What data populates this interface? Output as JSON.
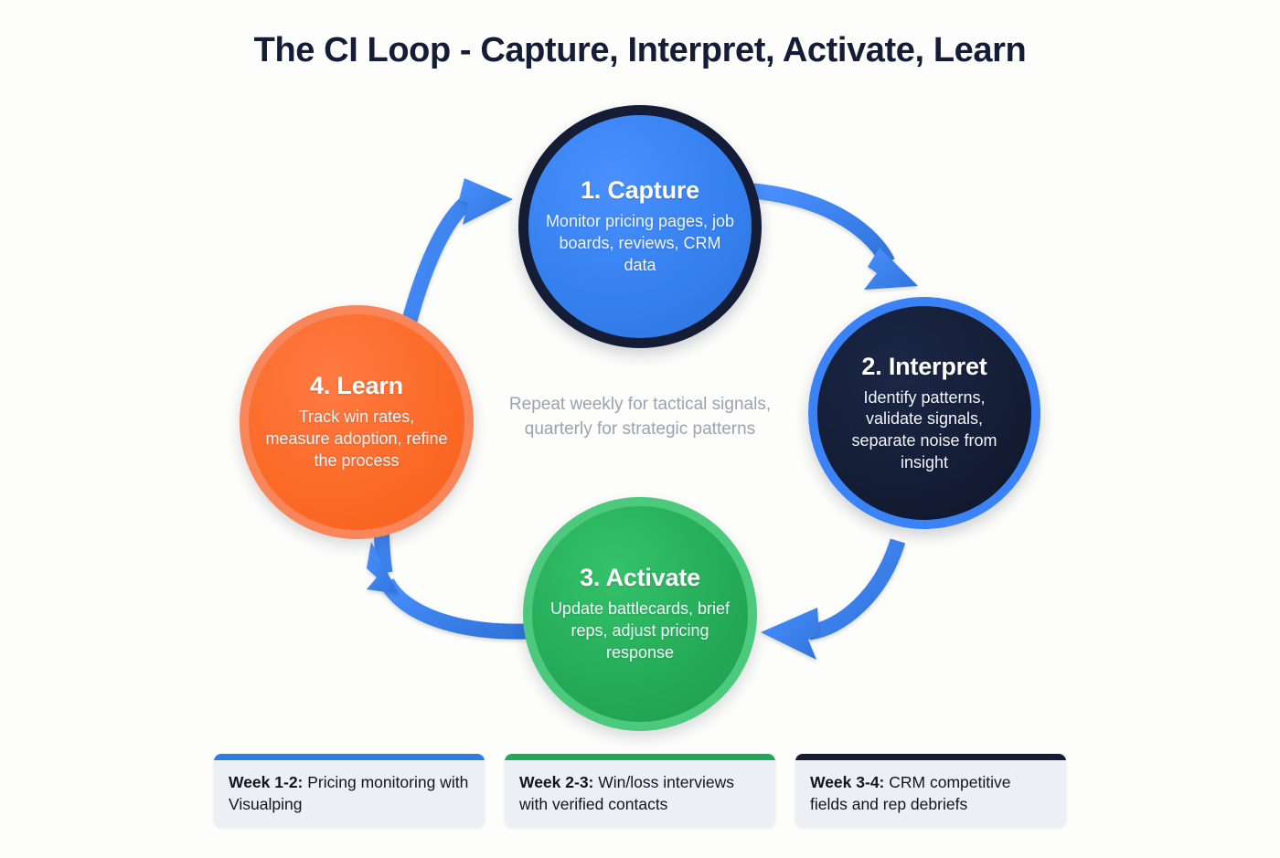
{
  "page": {
    "title": "The CI Loop - Capture, Interpret, Activate, Learn",
    "background_color": "#fdfdfb"
  },
  "colors": {
    "blue": "#3b82f6",
    "navy": "#141d35",
    "green": "#24ab57",
    "orange": "#fb6a26",
    "arrow": "#3b82f6",
    "card_bg": "#eceff4",
    "muted_text": "#9aa3ae"
  },
  "cycle": {
    "nodes": [
      {
        "id": "capture",
        "title": "1. Capture",
        "desc": "Monitor pricing pages, job boards, reviews, CRM data",
        "fill": "#3480ee",
        "border": "#141d35"
      },
      {
        "id": "interpret",
        "title": "2. Interpret",
        "desc": "Identify patterns, validate signals, separate noise from insight",
        "fill": "#141d35",
        "border": "#3b82f6"
      },
      {
        "id": "activate",
        "title": "3. Activate",
        "desc": "Update battlecards, brief reps, adjust pricing response",
        "fill": "#24ab57",
        "border": "#4cc97d"
      },
      {
        "id": "learn",
        "title": "4. Learn",
        "desc": "Track win rates, measure adoption, refine the process",
        "fill": "#fb6a26",
        "border": "#f9865a"
      }
    ],
    "center_note": "Repeat weekly for tactical signals, quarterly for strategic patterns"
  },
  "legend": {
    "cards": [
      {
        "label": "Week 1-2:",
        "text": " Pricing monitoring with Visualping",
        "accent": "#2b7fe3"
      },
      {
        "label": "Week 2-3:",
        "text": " Win/loss interviews with verified contacts",
        "accent": "#23a857"
      },
      {
        "label": "Week 3-4:",
        "text": " CRM competitive fields and rep debriefs",
        "accent": "#141d35"
      }
    ]
  }
}
